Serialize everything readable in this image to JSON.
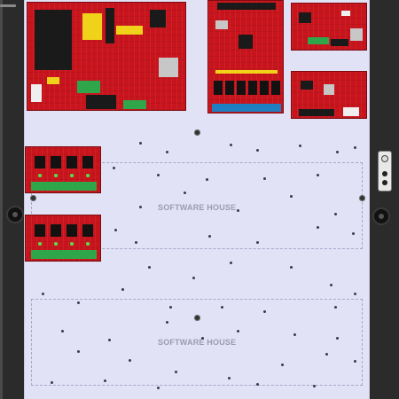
{
  "zones": [
    {
      "label": "SOFTWARE HOUSE"
    },
    {
      "label": "SOFTWARE HOUSE"
    }
  ],
  "colors": {
    "enclosure": "#2b2b2b",
    "backplate": "#e1e2f6",
    "board": "#c8141c",
    "terminal_green": "#2fa64a",
    "terminal_blue": "#1d7fc2"
  },
  "boards": [
    {
      "name": "power-supply-board"
    },
    {
      "name": "controller-board"
    },
    {
      "name": "network-interface-board"
    },
    {
      "name": "reader-interface-board"
    },
    {
      "name": "relay-output-board-1"
    },
    {
      "name": "relay-output-board-2"
    }
  ]
}
